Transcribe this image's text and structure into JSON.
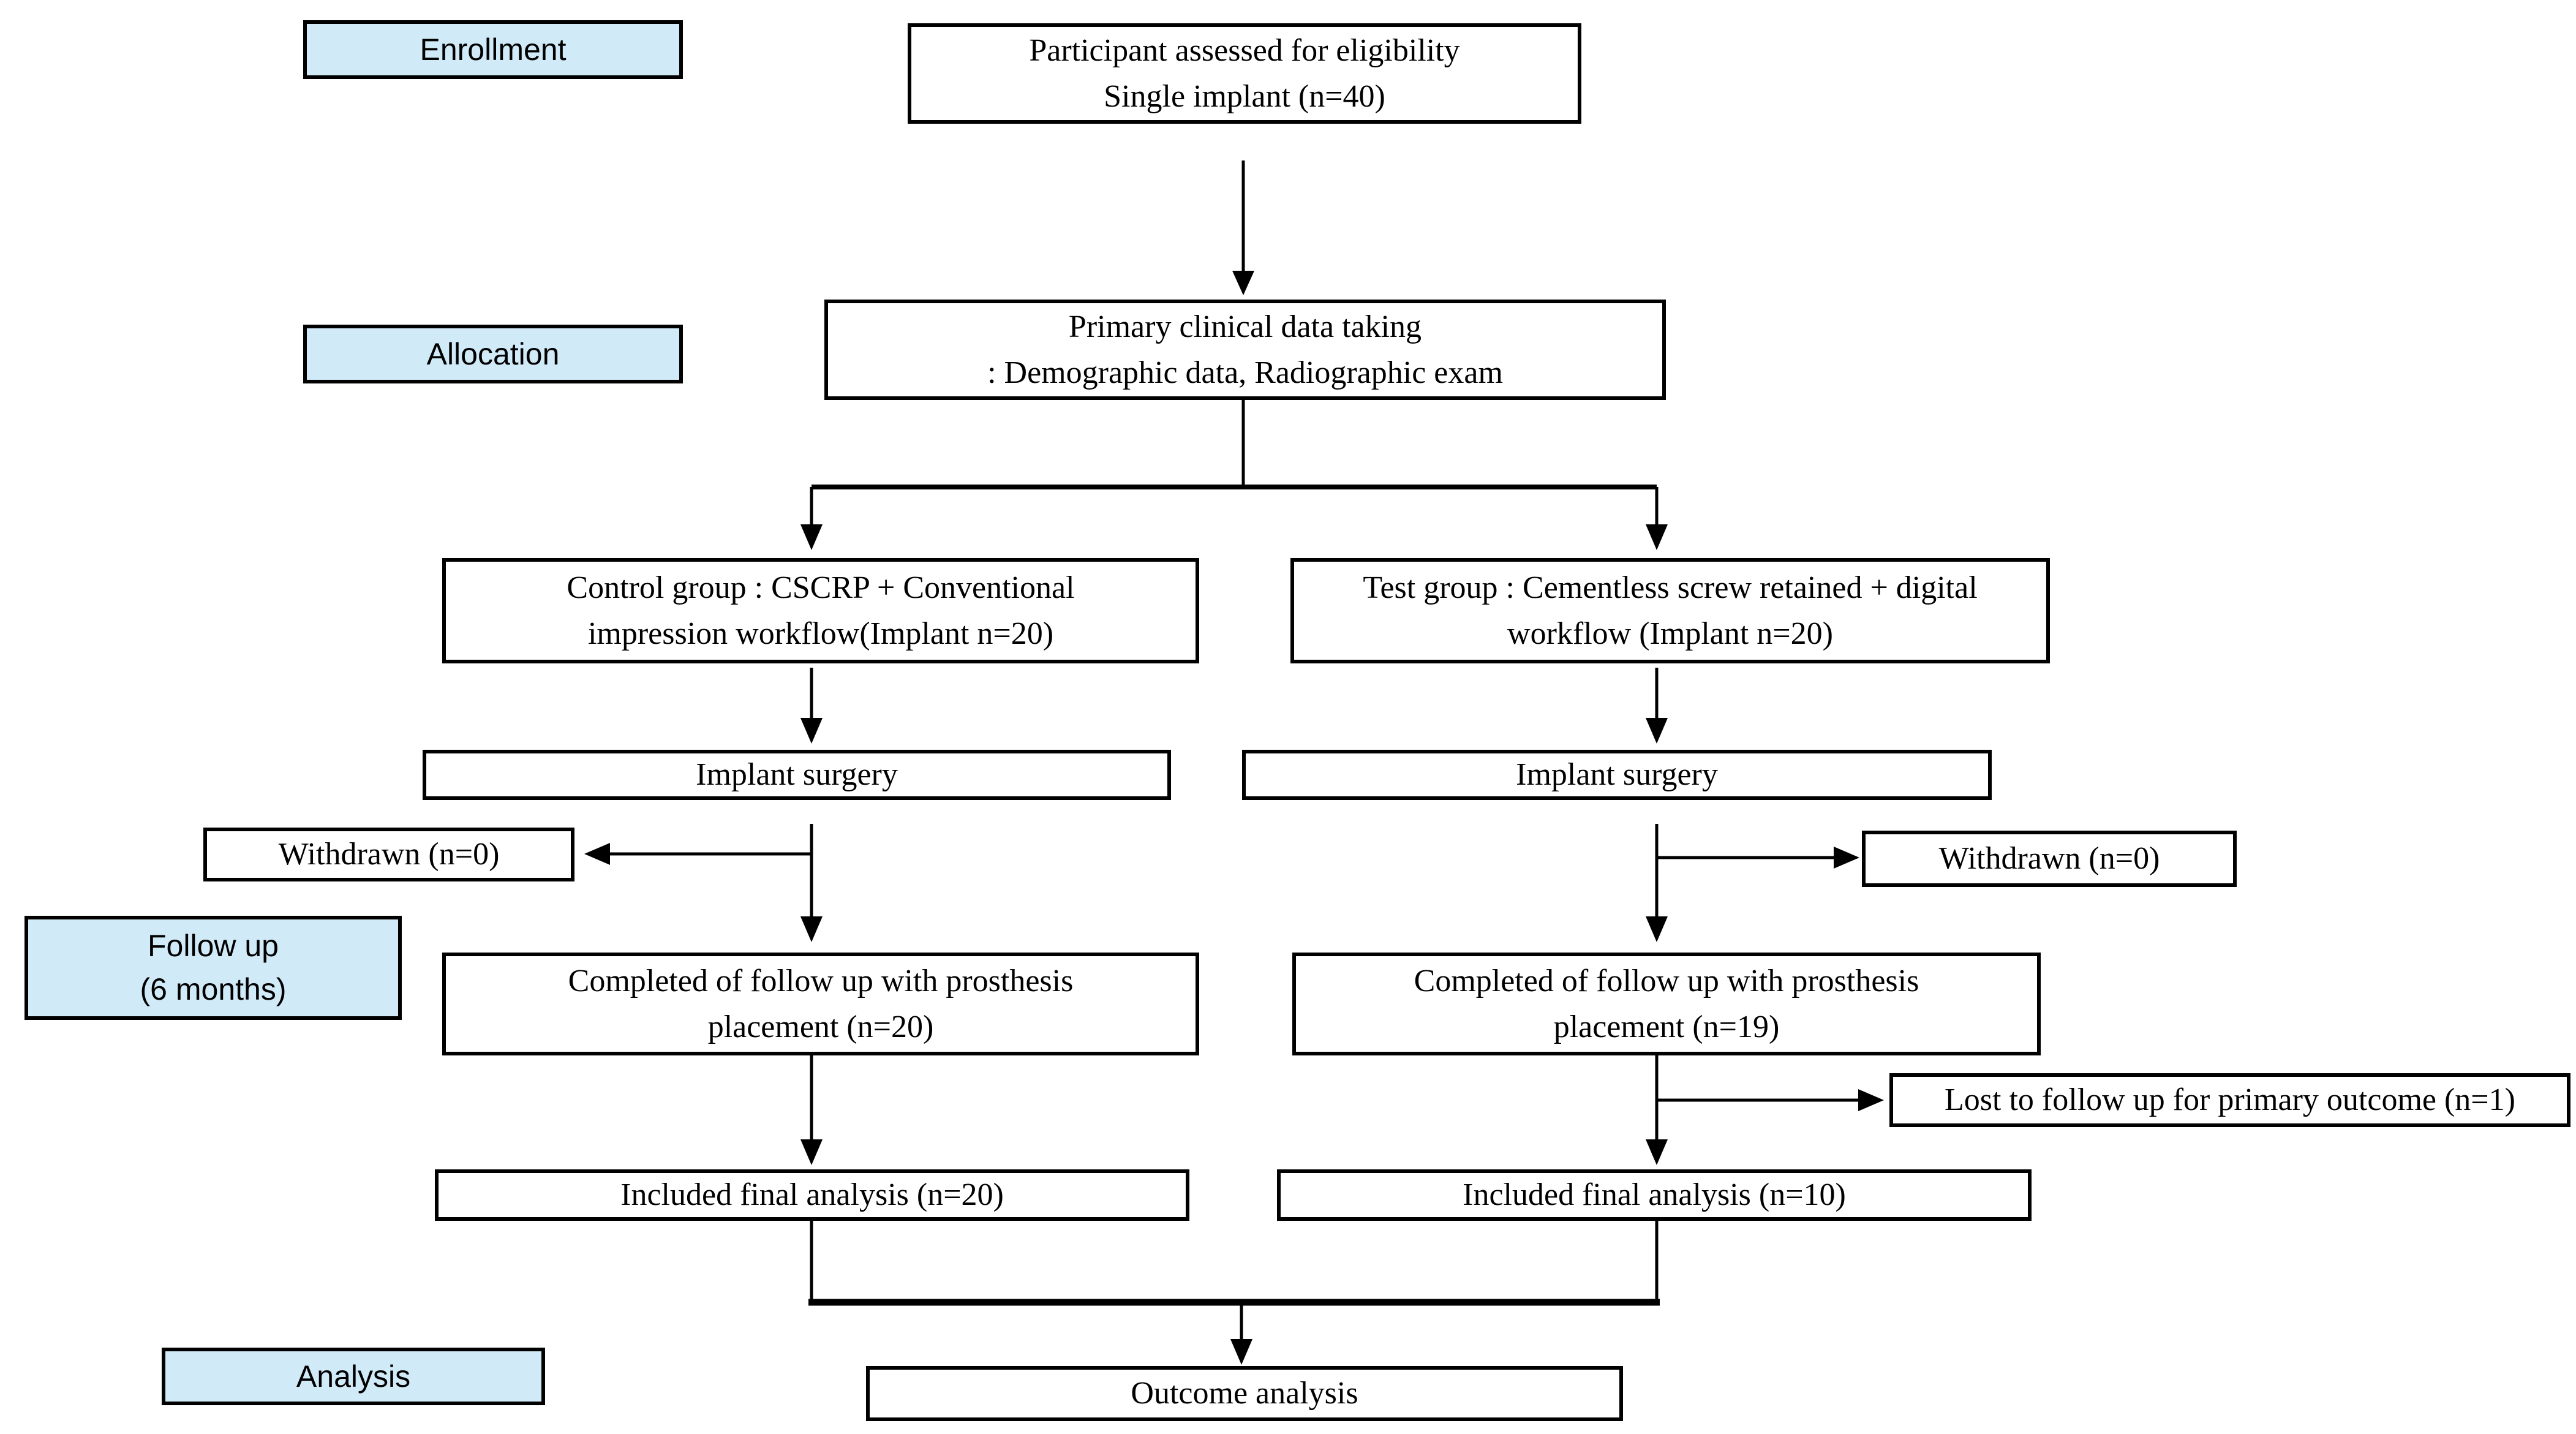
{
  "colors": {
    "stage_fill": "#d0eaf8",
    "box_fill": "#ffffff",
    "line_color": "#000000",
    "text_color": "#000000"
  },
  "stages": {
    "enrollment": "Enrollment",
    "allocation": "Allocation",
    "follow_up_line1": "Follow up",
    "follow_up_line2": "(6 months)",
    "analysis": "Analysis"
  },
  "boxes": {
    "eligibility": {
      "line1": "Participant assessed for eligibility",
      "line2": "Single implant (n=40)"
    },
    "primary_data": {
      "line1": "Primary clinical data taking",
      "line2": ": Demographic data, Radiographic exam"
    },
    "control_group": {
      "line1": "Control group : CSCRP + Conventional",
      "line2": "impression workflow(Implant n=20)"
    },
    "test_group": {
      "line1": "Test group : Cementless screw retained + digital",
      "line2": "workflow (Implant n=20)"
    },
    "implant_surgery_left": "Implant surgery",
    "implant_surgery_right": "Implant surgery",
    "withdrawn_left": "Withdrawn (n=0)",
    "withdrawn_right": "Withdrawn (n=0)",
    "completed_left": {
      "line1": "Completed of follow up with prosthesis",
      "line2": "placement (n=20)"
    },
    "completed_right": {
      "line1": "Completed of follow up with prosthesis",
      "line2": "placement (n=19)"
    },
    "lost_to_follow_up": "Lost to follow up for primary outcome (n=1)",
    "included_left": "Included final analysis (n=20)",
    "included_right": "Included final analysis (n=10)",
    "outcome": "Outcome analysis"
  }
}
